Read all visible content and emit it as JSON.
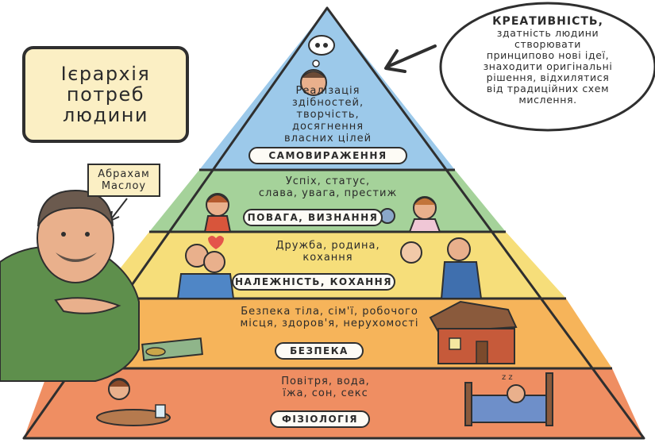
{
  "title": "Ієрархія\nпотреб\nлюдини",
  "author_callout": "Абрахам\nМаслоу",
  "creativity": {
    "heading": "КРЕАТИВНІСТЬ,",
    "text": "здатність людини\nстворювати\nпринципово нові ідеї,\nзнаходити оригінальні\nрішення, відхилятися\nвід традиційних схем\nмислення."
  },
  "levels": [
    {
      "label": "САМОВИРАЖЕННЯ",
      "description": "Реалізація\nздібностей,\nтворчість,\nдосягнення\nвласних цілей",
      "color": "#9cc9ea"
    },
    {
      "label": "ПОВАГА, ВИЗНАННЯ",
      "description": "Успіх, статус,\nслава, увага, престиж",
      "color": "#a5d29a"
    },
    {
      "label": "НАЛЕЖНІСТЬ, КОХАННЯ",
      "description": "Дружба, родина,\nкохання",
      "color": "#f6de7a"
    },
    {
      "label": "БЕЗПЕКА",
      "description": "Безпека тіла, сім'ї, робочого\nмісця, здоров'я, нерухомості",
      "color": "#f6b45a"
    },
    {
      "label": "ФІЗІОЛОГІЯ",
      "description": "Повітря, вода,\nїжа, сон, секс",
      "color": "#ef8e62"
    }
  ],
  "colors": {
    "outline": "#2f2f2f",
    "title_fill": "#fbefc4",
    "label_fill": "#fdfbf5"
  }
}
